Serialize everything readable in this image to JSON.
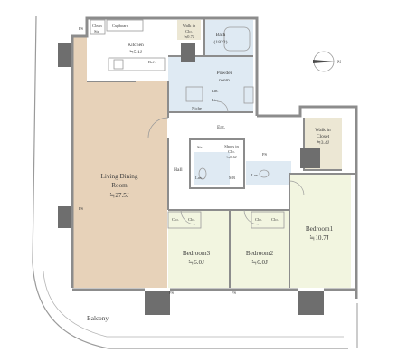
{
  "colors": {
    "wall": "#8c8c8c",
    "wall_dark": "#6e6e6e",
    "living_floor": "#e7d2b9",
    "bedroom_floor": "#f2f5e0",
    "kitchen_floor": "#ffffff",
    "wet_floor": "#dfeaf3",
    "closet_floor": "#ece7d4",
    "balcony_line": "#9a9a9a",
    "text": "#3d3d3d"
  },
  "rooms": {
    "living": {
      "name1": "Living Dining",
      "name2": "Room",
      "size": "≒27.5J"
    },
    "kitchen": {
      "name": "Kitchen",
      "size": "≒5.1J"
    },
    "bath": {
      "name": "Bath",
      "size": "(1822)"
    },
    "powder": {
      "name1": "Powder",
      "name2": "room"
    },
    "walkin_closet_top": {
      "name1": "Walk in",
      "name2": "Clo.",
      "size": "≒0.7J"
    },
    "walkin_closet_right": {
      "name1": "Walk in",
      "name2": "Closet",
      "size": "≒3.4J"
    },
    "bedroom1": {
      "name": "Bedroom1",
      "size": "≒10.7J"
    },
    "bedroom2": {
      "name": "Bedroom2",
      "size": "≒6.0J"
    },
    "bedroom3": {
      "name": "Bedroom3",
      "size": "≒6.0J"
    },
    "shoes_closet": {
      "name1": "Shoes in",
      "name2": "Clo.",
      "size": "≒0.6J"
    }
  },
  "labels": {
    "balcony": "Balcony",
    "hall": "Hall",
    "entrance": "Ent.",
    "mr": "MR",
    "lav": "Lav.",
    "clo": "Clo.",
    "str": "Str.",
    "niche": "Niche",
    "lin": "Lin.",
    "ps": "PS",
    "clean_str1": "Clean",
    "clean_str2": "Str.",
    "cupboard": "Cupboard",
    "ref": "Ref.",
    "north": "N"
  },
  "icons": {
    "compass": "north-arrow-icon"
  }
}
